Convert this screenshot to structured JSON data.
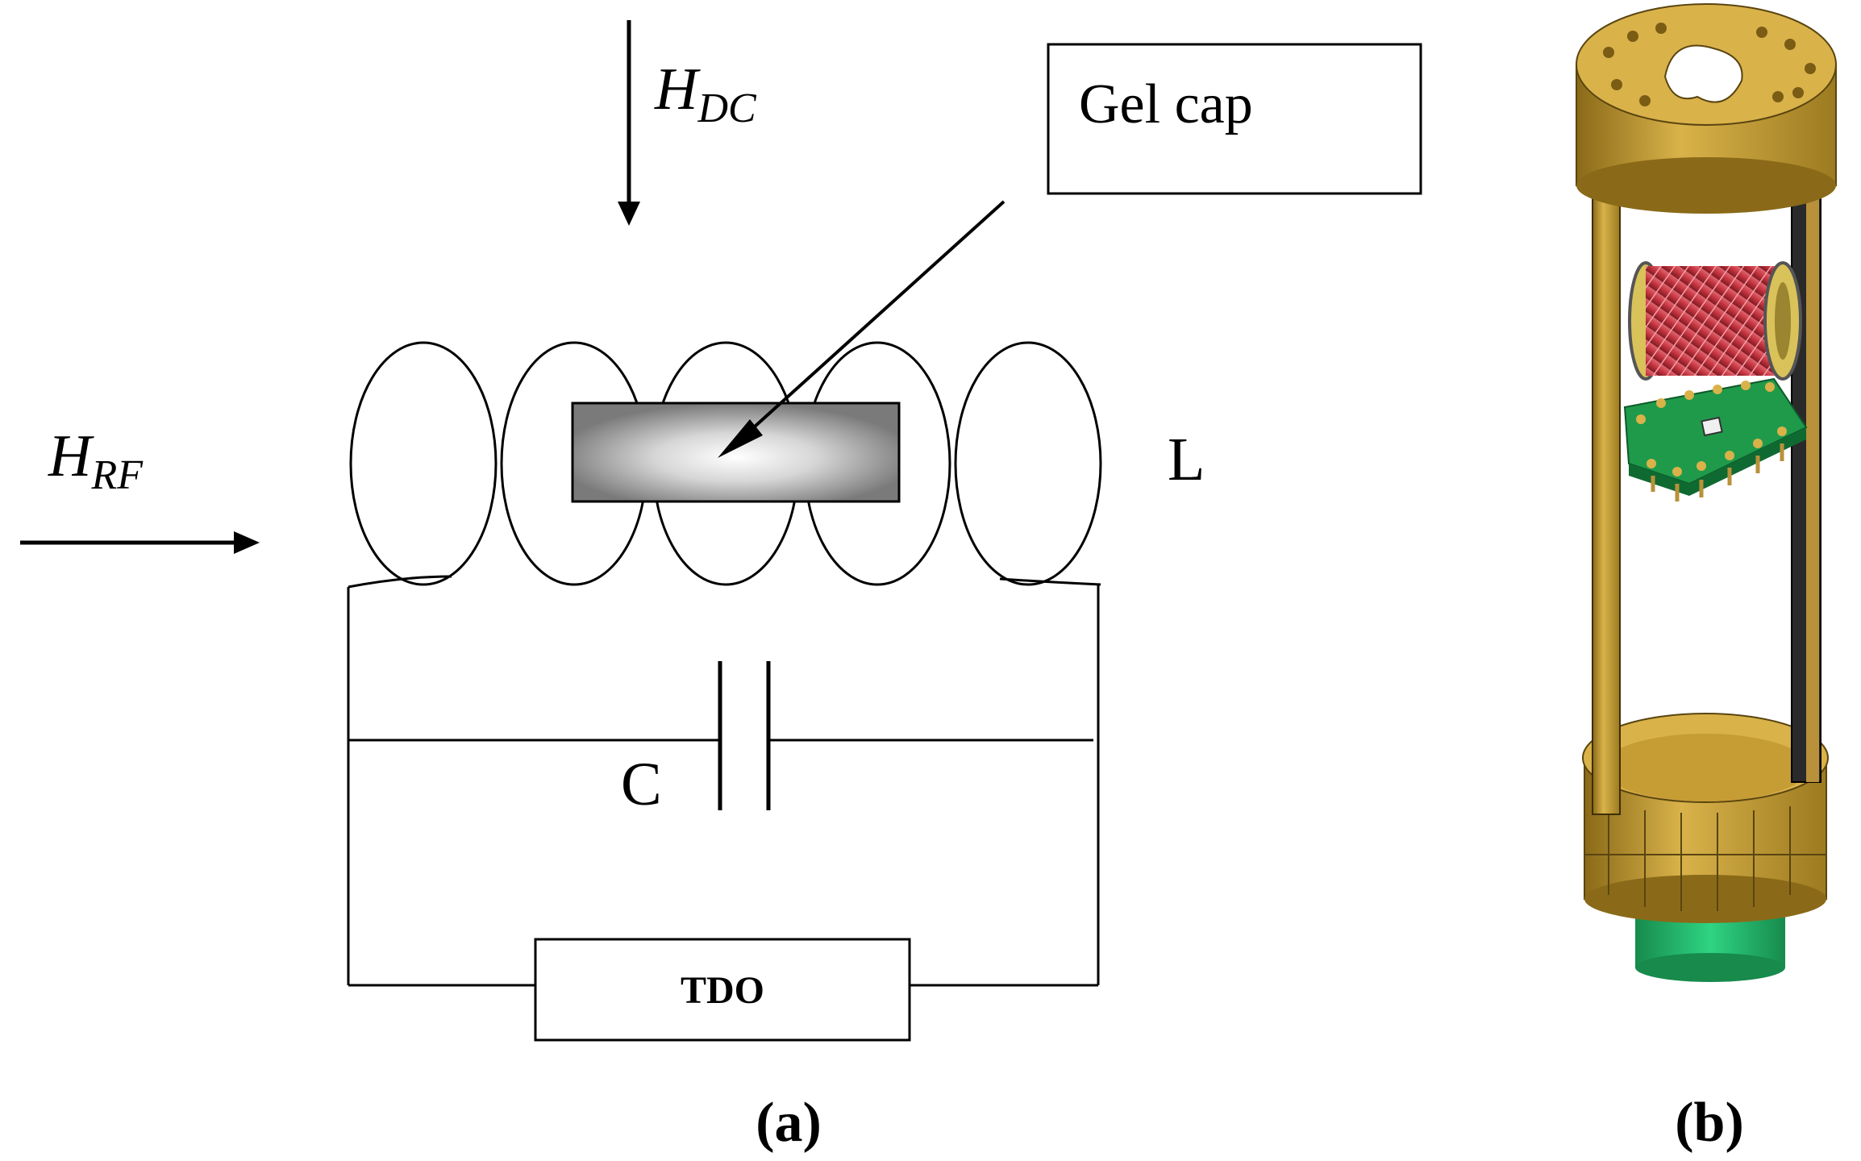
{
  "panel_a": {
    "h_dc": {
      "main": "H",
      "sub": "DC"
    },
    "h_rf": {
      "main": "H",
      "sub": "RF"
    },
    "gel_cap_label": "Gel cap",
    "inductor_label": "L",
    "capacitor_label": "C",
    "tdo_label": "TDO",
    "caption": {
      "open": "(",
      "letter": "a",
      "close": ")"
    }
  },
  "panel_b": {
    "caption": {
      "open": "(",
      "letter": "b",
      "close": ")"
    },
    "colors": {
      "frame": "#c9a13c",
      "frame_shadow": "#6b5312",
      "coil": "#c4343f",
      "board": "#1f9a4a",
      "base_cylinder": "#22b36a"
    }
  },
  "colors": {
    "line": "#000000",
    "sample_edge": "#4a4a4a",
    "sample_center": "#ffffff",
    "sample_outer": "#777777"
  }
}
